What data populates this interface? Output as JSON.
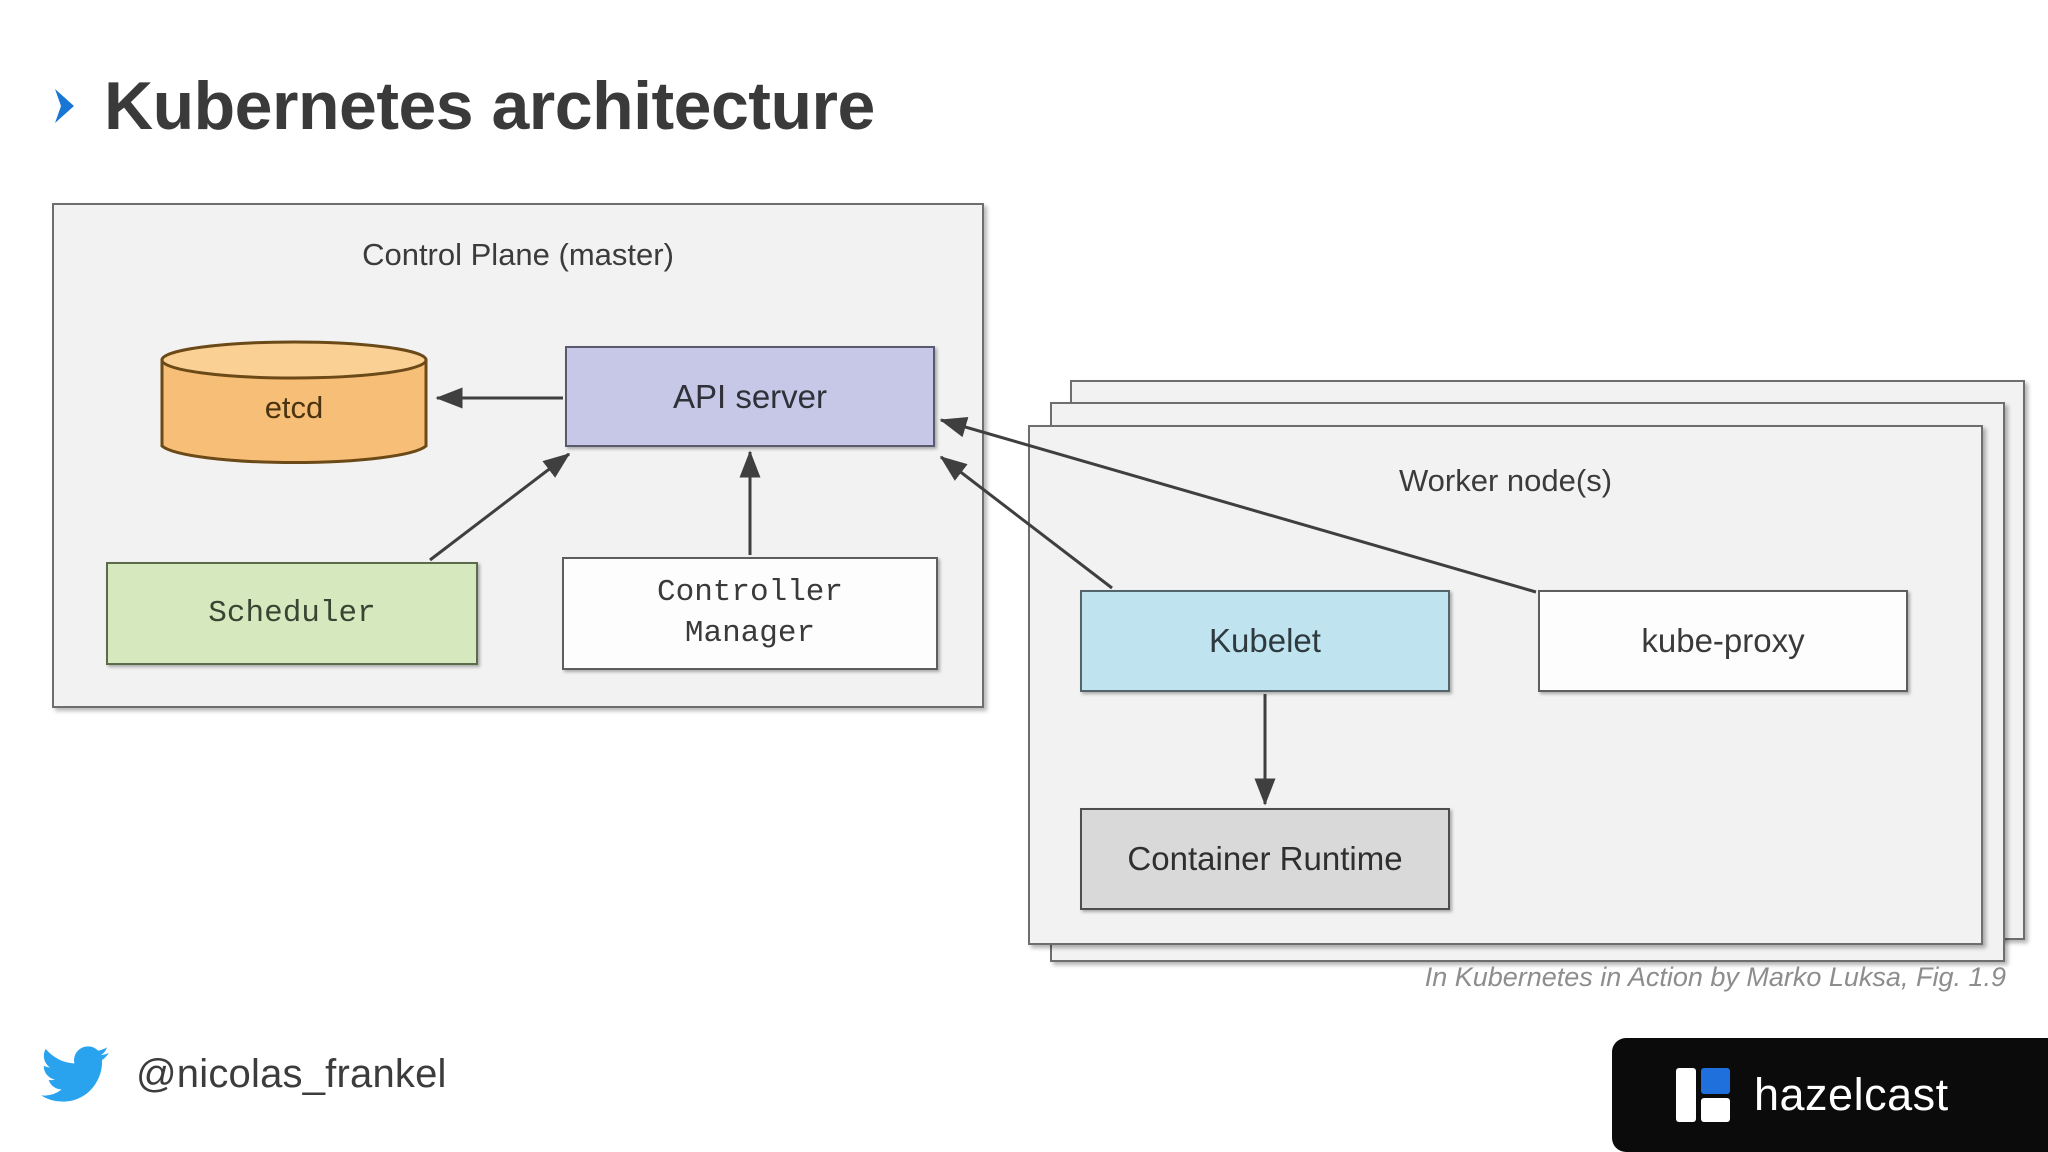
{
  "slide": {
    "title": "Kubernetes architecture",
    "bullet_icon": "chevron-right-icon",
    "title_color": "#3a3a3a",
    "bullet_color": "#1877d4",
    "background": "#ffffff"
  },
  "diagram": {
    "control_plane": {
      "label": "Control Plane (master)",
      "fill": "#f2f2f2",
      "border": "#6e6e6e",
      "nodes": {
        "etcd": {
          "label": "etcd",
          "shape": "cylinder",
          "fill": "#f7be77",
          "border": "#6b4a17"
        },
        "api_server": {
          "label": "API server",
          "shape": "rect",
          "fill": "#c7c8e8",
          "border": "#5a5a6e"
        },
        "scheduler": {
          "label": "Scheduler",
          "shape": "rect",
          "fill": "#d6e8bd",
          "border": "#5c6b4a",
          "font": "mono"
        },
        "controller_manager": {
          "label_line1": "Controller",
          "label_line2": "Manager",
          "shape": "rect",
          "fill": "#fdfdfd",
          "border": "#5e5e5e",
          "font": "mono"
        }
      }
    },
    "worker_node": {
      "label": "Worker node(s)",
      "stack_count": 3,
      "fill": "#f2f2f2",
      "border": "#6e6e6e",
      "nodes": {
        "kubelet": {
          "label": "Kubelet",
          "shape": "rect",
          "fill": "#bfe4ef",
          "border": "#53646b"
        },
        "kube_proxy": {
          "label": "kube-proxy",
          "shape": "rect",
          "fill": "#fdfdfd",
          "border": "#5e5e5e"
        },
        "container_runtime": {
          "label": "Container Runtime",
          "shape": "rect",
          "fill": "#d9d9d9",
          "border": "#4e4e4e"
        }
      }
    },
    "edges": [
      {
        "from": "api_server",
        "to": "etcd",
        "style": "solid-arrow"
      },
      {
        "from": "scheduler",
        "to": "api_server",
        "style": "solid-arrow"
      },
      {
        "from": "controller_manager",
        "to": "api_server",
        "style": "solid-arrow"
      },
      {
        "from": "kubelet",
        "to": "api_server",
        "style": "solid-arrow"
      },
      {
        "from": "kube_proxy",
        "to": "api_server",
        "style": "solid-arrow"
      },
      {
        "from": "kubelet",
        "to": "container_runtime",
        "style": "solid-arrow"
      }
    ],
    "edge_color": "#3f3f3f"
  },
  "caption": {
    "text": "In Kubernetes in Action by Marko Luksa, Fig. 1.9",
    "color": "#8d8d8d"
  },
  "footer": {
    "twitter_icon": "twitter-bird-icon",
    "twitter_icon_color": "#2aa3ef",
    "handle": "@nicolas_frankel",
    "logo": {
      "wordmark": "hazelcast",
      "background": "#0b0b0b",
      "accent": "#1f6fdd",
      "mark_icon": "hazelcast-mark-icon"
    }
  }
}
